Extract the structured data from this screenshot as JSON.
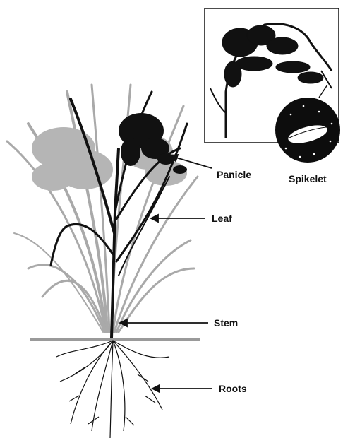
{
  "labels": {
    "panicle": "Panicle",
    "leaf": "Leaf",
    "stem": "Stem",
    "roots": "Roots",
    "spikelet": "Spikelet"
  },
  "colors": {
    "ink": "#111111",
    "background_tillers": "#a9a9a9",
    "ground_line": "#9a9a9a",
    "spikelet_disc": "#0d0d0d"
  }
}
